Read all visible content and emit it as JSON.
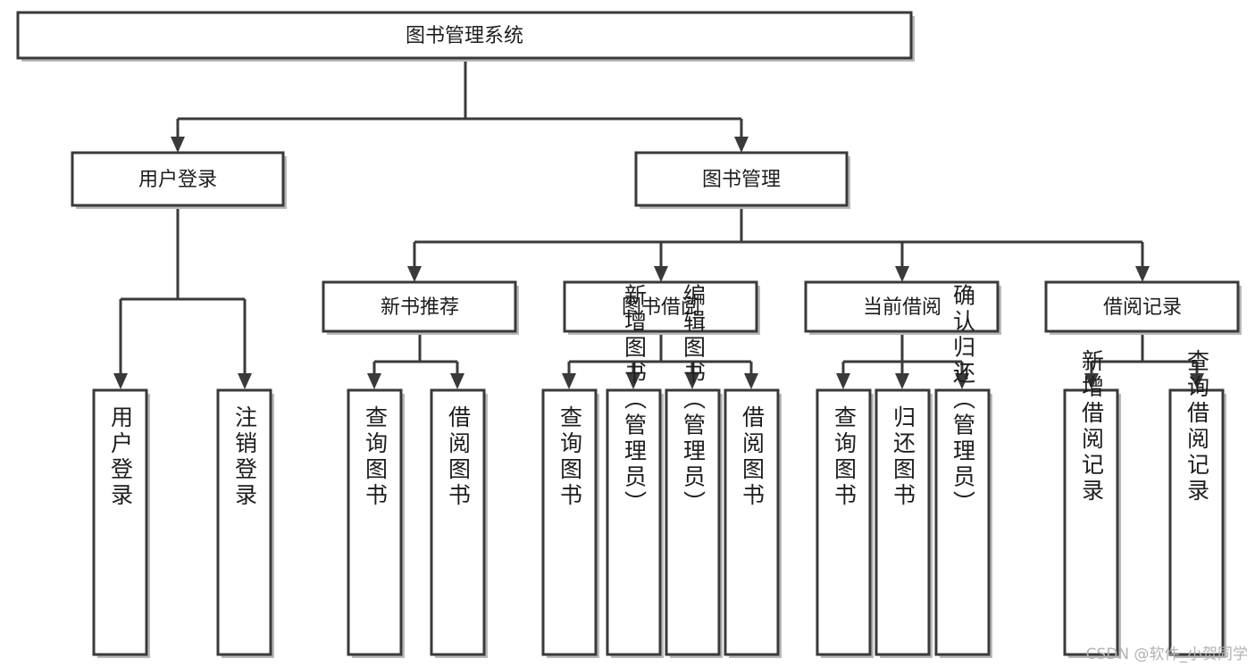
{
  "diagram": {
    "type": "tree-hierarchy",
    "title": "图书管理系统",
    "watermark": "CSDN @软件_小贺同学",
    "colors": {
      "box_fill": "#ffffff",
      "box_stroke": "#3a3a3a",
      "connector": "#3a3a3a",
      "text": "#1d1d1d",
      "watermark": "#b2b2b2",
      "background": "#ffffff"
    },
    "levels": {
      "level0": [
        {
          "id": "root",
          "label": "图书管理系统",
          "orientation": "horizontal"
        }
      ],
      "level1": [
        {
          "id": "user-login",
          "label": "用户登录",
          "orientation": "horizontal",
          "parent": "root"
        },
        {
          "id": "book-manage",
          "label": "图书管理",
          "orientation": "horizontal",
          "parent": "root"
        }
      ],
      "level2": [
        {
          "id": "new-book-rec",
          "label": "新书推荐",
          "orientation": "horizontal",
          "parent": "book-manage"
        },
        {
          "id": "book-borrow",
          "label": "图书借阅",
          "orientation": "horizontal",
          "parent": "book-manage"
        },
        {
          "id": "current-borrow",
          "label": "当前借阅",
          "orientation": "horizontal",
          "parent": "book-manage"
        },
        {
          "id": "borrow-record",
          "label": "借阅记录",
          "orientation": "horizontal",
          "parent": "book-manage"
        }
      ],
      "level3": [
        {
          "id": "leaf-user-login",
          "label": "用户登录",
          "orientation": "vertical",
          "parent": "user-login"
        },
        {
          "id": "leaf-logout",
          "label": "注销登录",
          "orientation": "vertical",
          "parent": "user-login"
        },
        {
          "id": "leaf-query-book-1",
          "label": "查询图书",
          "orientation": "vertical",
          "parent": "new-book-rec"
        },
        {
          "id": "leaf-borrow-book-1",
          "label": "借阅图书",
          "orientation": "vertical",
          "parent": "new-book-rec"
        },
        {
          "id": "leaf-query-book-2",
          "label": "查询图书",
          "orientation": "vertical",
          "parent": "book-borrow"
        },
        {
          "id": "leaf-add-book",
          "label": "新增图书（管理员）",
          "orientation": "vertical",
          "parent": "book-borrow"
        },
        {
          "id": "leaf-edit-book",
          "label": "编辑图书（管理员）",
          "orientation": "vertical",
          "parent": "book-borrow"
        },
        {
          "id": "leaf-borrow-book-2",
          "label": "借阅图书",
          "orientation": "vertical",
          "parent": "book-borrow"
        },
        {
          "id": "leaf-query-book-3",
          "label": "查询图书",
          "orientation": "vertical",
          "parent": "current-borrow"
        },
        {
          "id": "leaf-return-book",
          "label": "归还图书",
          "orientation": "vertical",
          "parent": "current-borrow"
        },
        {
          "id": "leaf-confirm-return",
          "label": "确认归还（管理员）",
          "orientation": "vertical",
          "parent": "current-borrow"
        },
        {
          "id": "leaf-add-record",
          "label": "新增借阅记录",
          "orientation": "vertical",
          "parent": "borrow-record"
        },
        {
          "id": "leaf-query-record",
          "label": "查询借阅记录",
          "orientation": "vertical",
          "parent": "borrow-record"
        }
      ]
    }
  }
}
